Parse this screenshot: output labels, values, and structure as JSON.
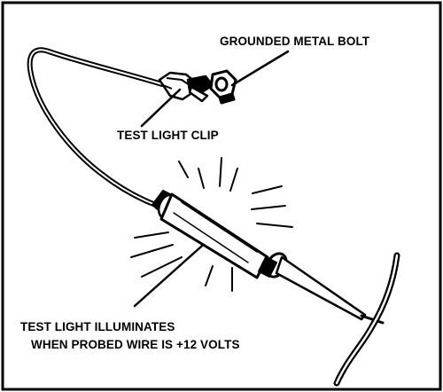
{
  "labels": {
    "grounded_bolt": "GROUNDED METAL BOLT",
    "test_light_clip": "TEST LIGHT CLIP",
    "illuminates_line1": "TEST LIGHT ILLUMINATES",
    "illuminates_line2": "WHEN PROBED WIRE IS +12 VOLTS"
  },
  "colors": {
    "ink": "#000000",
    "paper": "#ffffff"
  }
}
